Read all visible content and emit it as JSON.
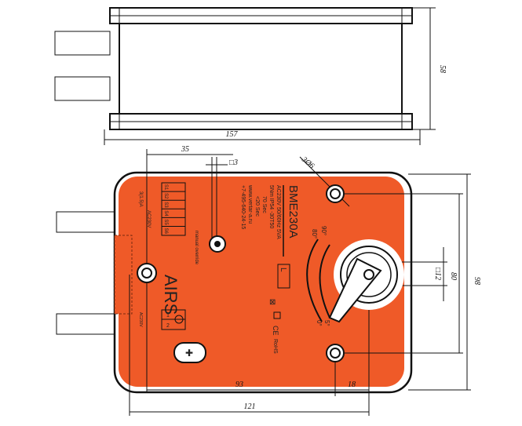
{
  "dimensions": {
    "length_total": "157",
    "height_side": "58",
    "shaft_offset": "35",
    "handle_square": "□3",
    "mount_holes": "3Ø6",
    "width_total": "98",
    "hole_spacing": "80",
    "shaft_square": "□12",
    "hole_to_shaft": "93",
    "shaft_to_edge": "18",
    "overall_front": "121"
  },
  "label": {
    "model": "BME230A",
    "power": "AC230V 50/60Hz 5VA",
    "specs": "5Nm IP54 -30T50",
    "run_time": "70 Sec",
    "spring_time": "<20 Sec",
    "website": "www.vertar-a.ru",
    "phone": "+7-495-640-24-15",
    "manual_override": "manual override",
    "switch_voltage": "AC230V",
    "switch_current": "3(1.5)A",
    "switches": [
      "S1",
      "S2",
      "S3",
      "S4",
      "S5",
      "S6"
    ],
    "terminals": [
      "1",
      "2"
    ],
    "supply": "AC230V",
    "brand": "AIRS",
    "direction": "L",
    "rohs": "RoHS",
    "ce": "CE",
    "angle_90": "90°",
    "angle_80": "80°",
    "angle_5": "5°",
    "angle_0": "0°"
  },
  "colors": {
    "body": "#ef5a28"
  }
}
